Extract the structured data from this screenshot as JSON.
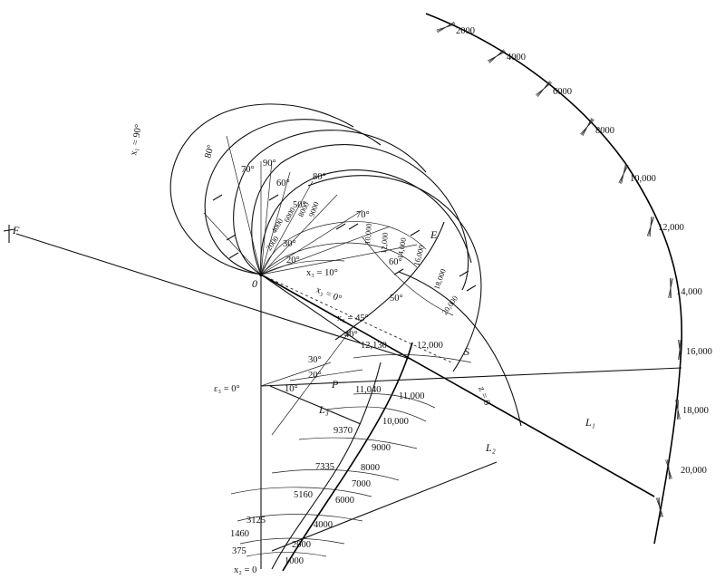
{
  "right_scale": {
    "labels": [
      "2000",
      "4000",
      "6000",
      "8000",
      "10,000",
      "12,000",
      "14,000",
      "16,000",
      "18,000",
      "20,000"
    ]
  },
  "lower_scale": {
    "right_labels": [
      "1000",
      "2000",
      "4000",
      "6000",
      "7000",
      "8000",
      "9000",
      "10,000",
      "11,000",
      "12,000"
    ],
    "left_labels": [
      "375",
      "1460",
      "3125",
      "5160",
      "7335",
      "9370",
      "11,040",
      "12,130"
    ]
  },
  "angles": {
    "x1_90": "x₁ = 90°",
    "a80": "80°",
    "a70": "70°",
    "a90": "90°",
    "a60": "60°",
    "a50": "50°",
    "a80b": "80°",
    "a70b": "70°",
    "a30": "30°",
    "a20": "20°",
    "x3_10": "x₃ = 10°",
    "x3_0": "x₃ = 0°",
    "a60b": "60°",
    "a50b": "50°",
    "x3_45": "x₃ = 45°",
    "a40": "40°",
    "a30b": "30°",
    "a20b": "20°",
    "a10": "10°",
    "e3_0": "ε₃ = 0°",
    "z_0": "z = 0",
    "x2_0": "x₂ = 0"
  },
  "inner_numbers": [
    "2000",
    "4000",
    "6000",
    "8000",
    "9000",
    "10,000",
    "12,000",
    "14,000",
    "16,000",
    "18,000",
    "20,000"
  ],
  "letters": {
    "F": "F",
    "O": "0",
    "E": "E",
    "S": "S",
    "P": "P",
    "L1": "L₁",
    "L2": "L₂",
    "L3": "L₃"
  }
}
